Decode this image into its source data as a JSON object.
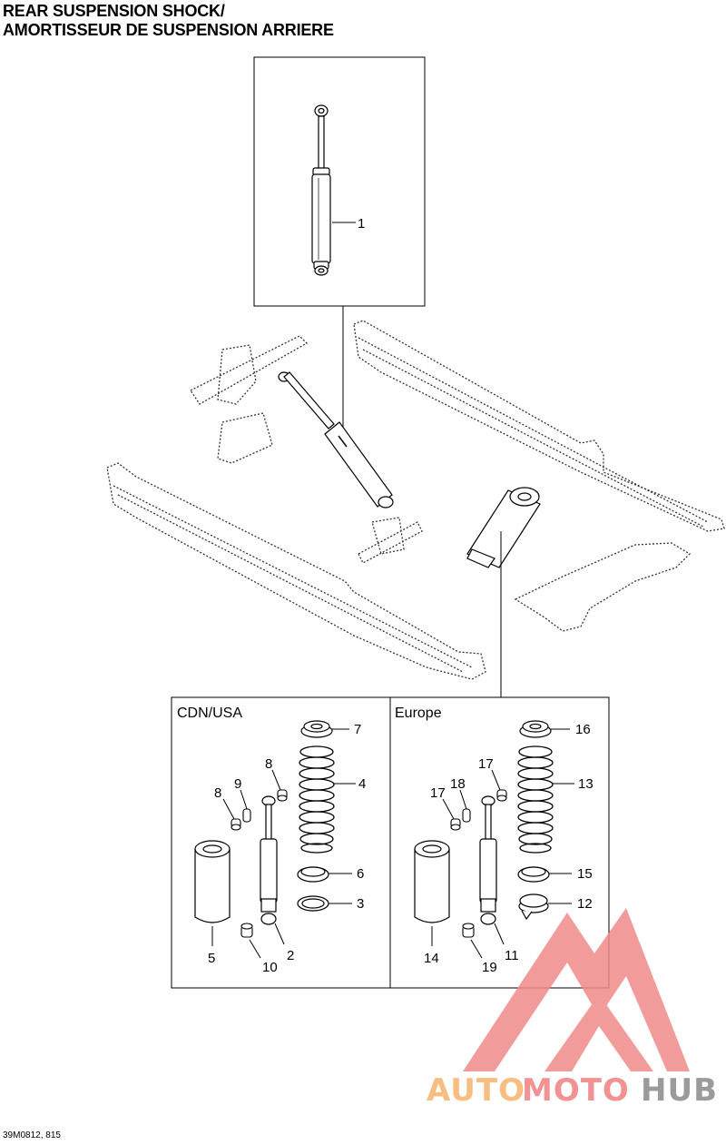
{
  "title": {
    "line1": "REAR SUSPENSION SHOCK/",
    "line2": "AMORTISSEUR DE SUSPENSION ARRIERE"
  },
  "regions": {
    "left": "CDN/USA",
    "right": "Europe"
  },
  "callouts": {
    "c1": "1",
    "c2": "2",
    "c3": "3",
    "c4": "4",
    "c5": "5",
    "c6": "6",
    "c7": "7",
    "c8a": "8",
    "c8b": "8",
    "c9": "9",
    "c10": "10",
    "c11": "11",
    "c12": "12",
    "c13": "13",
    "c14": "14",
    "c15": "15",
    "c16": "16",
    "c17a": "17",
    "c17b": "17",
    "c18": "18",
    "c19": "19"
  },
  "reference": "39M0812, 815",
  "watermark": {
    "part1": "AUTO",
    "part2": "MOTO",
    "part3": "HUB",
    "color1": "#f7b26a",
    "color2": "#f08080",
    "color3": "#8a8a8a"
  }
}
